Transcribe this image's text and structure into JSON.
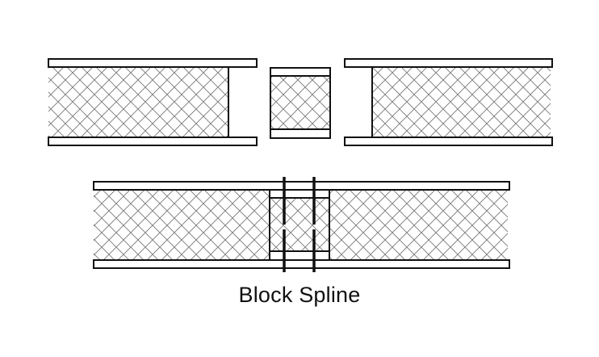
{
  "caption": "Block Spline",
  "colors": {
    "line": "#111111",
    "hatch": "#777777",
    "background": "#ffffff"
  },
  "parts": {
    "exploded": [
      "left-panel",
      "spline-block",
      "right-panel"
    ],
    "assembled": [
      "left-panel",
      "spline-block",
      "right-panel",
      "nails"
    ]
  }
}
